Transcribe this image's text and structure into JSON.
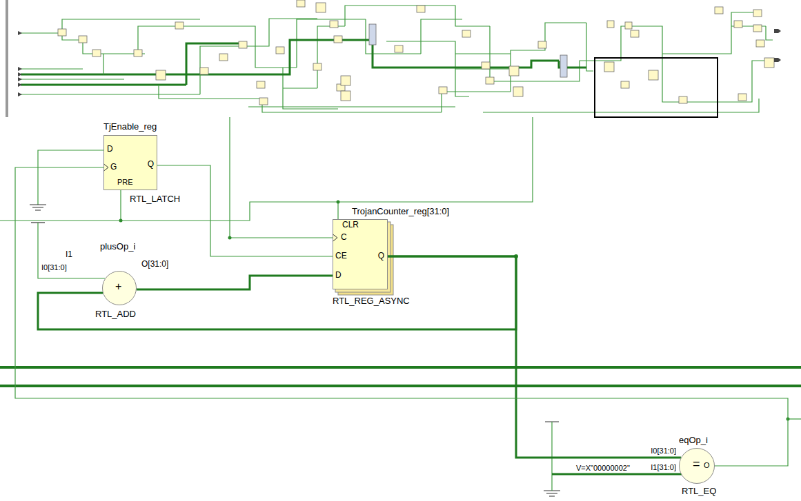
{
  "diagram": {
    "nodes": [
      {
        "text": [
          "TjEnable_reg",
          "D",
          "G",
          "Q",
          "PRE",
          "RTL_LATCH"
        ]
      },
      {
        "text": [
          "plusOp_i",
          "I1",
          "I0[31:0]",
          "+",
          "O[31:0]",
          "RTL_ADD"
        ]
      },
      {
        "text": [
          "TrojanCounter_reg[31:0]",
          "CLR",
          "C",
          "CE",
          "D",
          "Q",
          "RTL_REG_ASYNC"
        ]
      },
      {
        "text": [
          "eqOp_i",
          "I0[31:0]",
          "I1[31:0]",
          "=",
          "O",
          "RTL_EQ"
        ]
      }
    ],
    "edges": [
      {
        "from": 0,
        "to": 2,
        "arrow": "none"
      },
      {
        "from": 1,
        "to": 2,
        "arrow": "none"
      },
      {
        "from": 2,
        "to": 1,
        "arrow": "none"
      },
      {
        "from": 2,
        "to": 3,
        "arrow": "none"
      },
      {
        "from": 3,
        "to": 0,
        "arrow": "none"
      }
    ],
    "labels": [
      "V=X\"00000002\""
    ]
  }
}
